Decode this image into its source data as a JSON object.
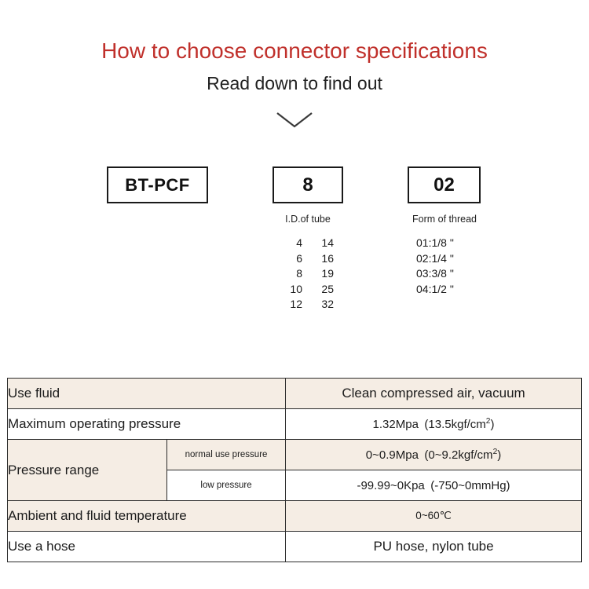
{
  "header": {
    "title": "How to choose connector specifications",
    "subtitle": "Read down to find out",
    "title_color": "#C0302B",
    "chevron_icon": "chevron-down-icon"
  },
  "selector": {
    "boxes": [
      {
        "value": "BT-PCF",
        "caption": ""
      },
      {
        "value": "8",
        "caption": "I.D.of tube"
      },
      {
        "value": "02",
        "caption": "Form of thread"
      }
    ],
    "tube_options": [
      {
        "a": "4",
        "b": "14"
      },
      {
        "a": "6",
        "b": "16"
      },
      {
        "a": "8",
        "b": "19"
      },
      {
        "a": "10",
        "b": "25"
      },
      {
        "a": "12",
        "b": "32"
      }
    ],
    "thread_options": [
      "01:1/8 \"",
      "02:1/4 \"",
      "03:3/8 \"",
      "04:1/2 \""
    ]
  },
  "spec_table": {
    "shade_color": "#F5EDE4",
    "rows": [
      {
        "label": "Use fluid",
        "sub": "",
        "value": "Clean compressed air, vacuum"
      },
      {
        "label": "Maximum operating pressure",
        "sub": "",
        "value_prefix": "1.32Mpa (13.5kgf/cm",
        "value_sup": "2",
        "value_suffix": ")"
      },
      {
        "label": "Pressure range",
        "sub": "normal use pressure",
        "value_prefix": "0~0.9Mpa (0~9.2kgf/cm",
        "value_sup": "2",
        "value_suffix": ")"
      },
      {
        "label": "",
        "sub": "low pressure",
        "value": "-99.99~0Kpa (-750~0mmHg)"
      },
      {
        "label": "Ambient and fluid temperature",
        "sub": "",
        "value": "0~60℃"
      },
      {
        "label": "Use a hose",
        "sub": "",
        "value": "PU hose, nylon tube"
      }
    ]
  }
}
